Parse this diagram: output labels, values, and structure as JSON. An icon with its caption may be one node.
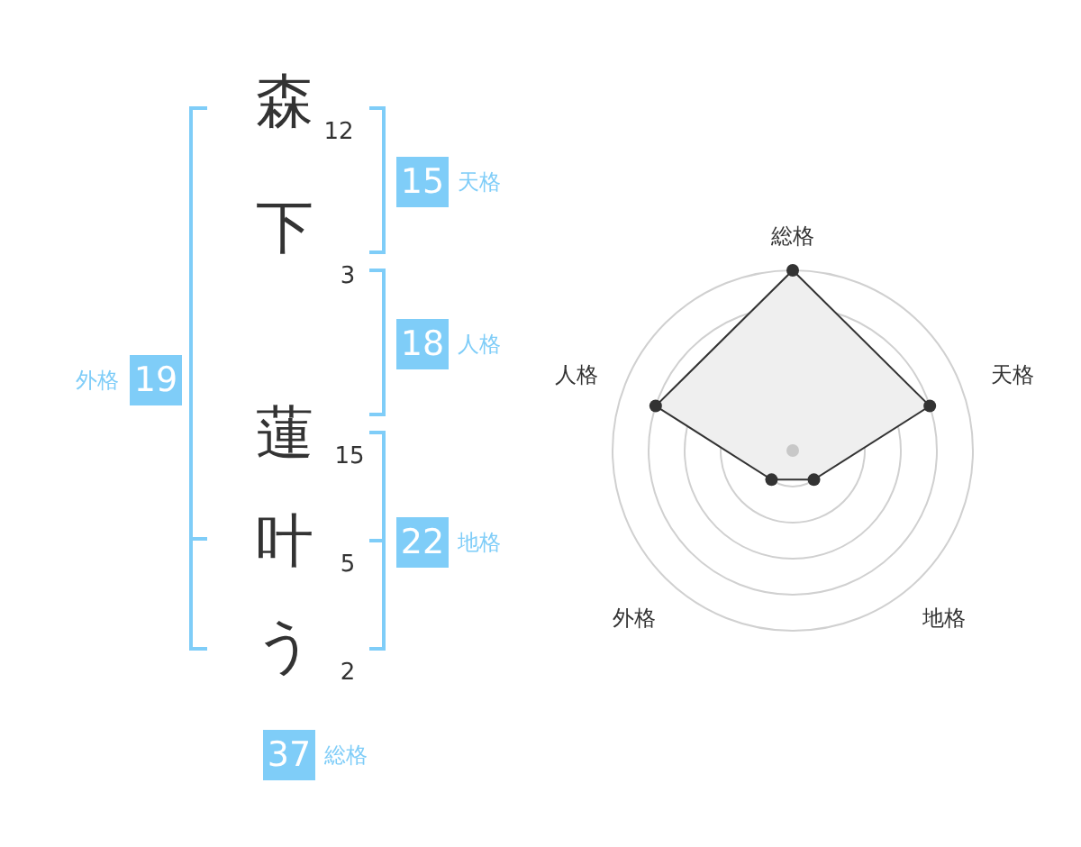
{
  "diagram": {
    "nodes": [
      {
        "text": [
          "15"
        ],
        "beside": [
          "天格"
        ]
      },
      {
        "text": [
          "18"
        ],
        "beside": [
          "人格"
        ]
      },
      {
        "text": [
          "19"
        ],
        "beside": [
          "外格"
        ]
      },
      {
        "text": [
          "22"
        ],
        "beside": [
          "地格"
        ]
      },
      {
        "text": [
          "37"
        ],
        "beside": [
          "総格"
        ]
      }
    ],
    "labels": [
      "森",
      "12",
      "下",
      "3",
      "蓮",
      "15",
      "叶",
      "5",
      "う",
      "2",
      "総格",
      "人格",
      "天格",
      "外格",
      "地格"
    ]
  }
}
